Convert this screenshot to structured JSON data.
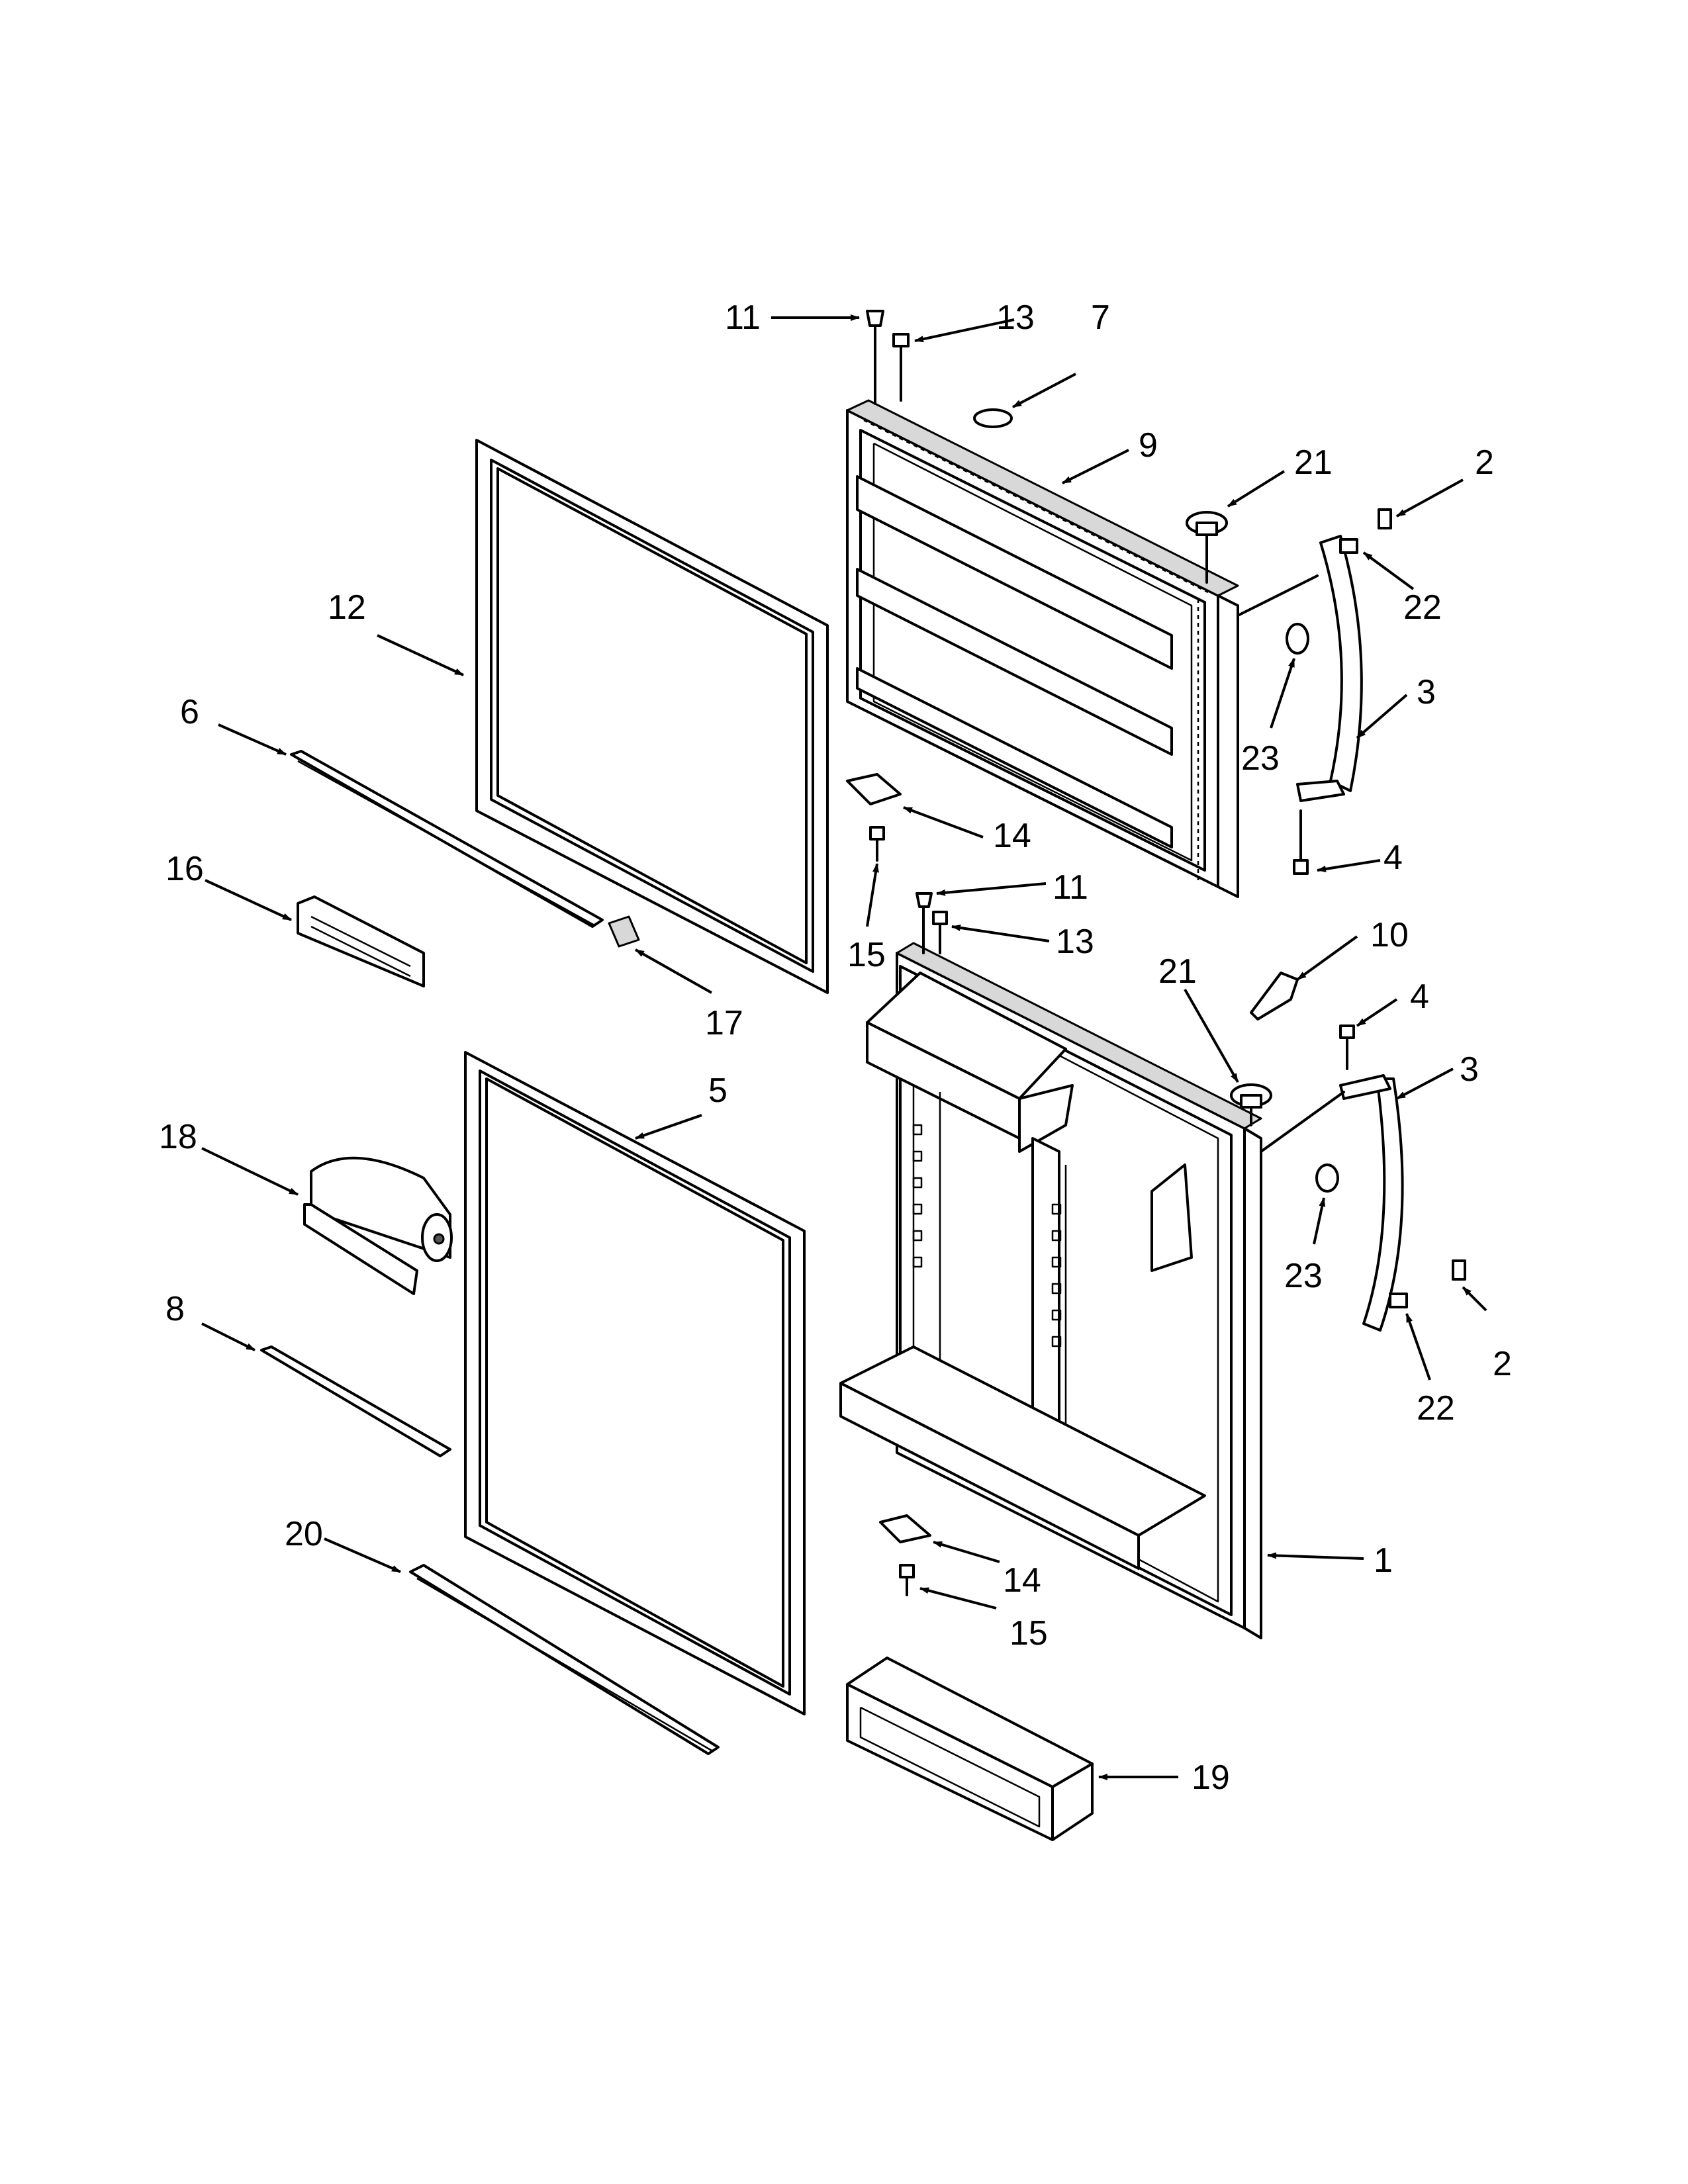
{
  "diagram": {
    "callouts": [
      {
        "id": "11a",
        "text": "11"
      },
      {
        "id": "13a",
        "text": "13"
      },
      {
        "id": "7",
        "text": "7"
      },
      {
        "id": "9",
        "text": "9"
      },
      {
        "id": "21a",
        "text": "21"
      },
      {
        "id": "2a",
        "text": "2"
      },
      {
        "id": "22a",
        "text": "22"
      },
      {
        "id": "12",
        "text": "12"
      },
      {
        "id": "6",
        "text": "6"
      },
      {
        "id": "3a",
        "text": "3"
      },
      {
        "id": "23a",
        "text": "23"
      },
      {
        "id": "16",
        "text": "16"
      },
      {
        "id": "14a",
        "text": "14"
      },
      {
        "id": "4a",
        "text": "4"
      },
      {
        "id": "11b",
        "text": "11"
      },
      {
        "id": "13b",
        "text": "13"
      },
      {
        "id": "15a",
        "text": "15"
      },
      {
        "id": "10",
        "text": "10"
      },
      {
        "id": "21b",
        "text": "21"
      },
      {
        "id": "17",
        "text": "17"
      },
      {
        "id": "4b",
        "text": "4"
      },
      {
        "id": "5",
        "text": "5"
      },
      {
        "id": "3b",
        "text": "3"
      },
      {
        "id": "18",
        "text": "18"
      },
      {
        "id": "23b",
        "text": "23"
      },
      {
        "id": "8",
        "text": "8"
      },
      {
        "id": "2b",
        "text": "2"
      },
      {
        "id": "22b",
        "text": "22"
      },
      {
        "id": "20",
        "text": "20"
      },
      {
        "id": "1",
        "text": "1"
      },
      {
        "id": "14b",
        "text": "14"
      },
      {
        "id": "15b",
        "text": "15"
      },
      {
        "id": "19",
        "text": "19"
      }
    ]
  }
}
